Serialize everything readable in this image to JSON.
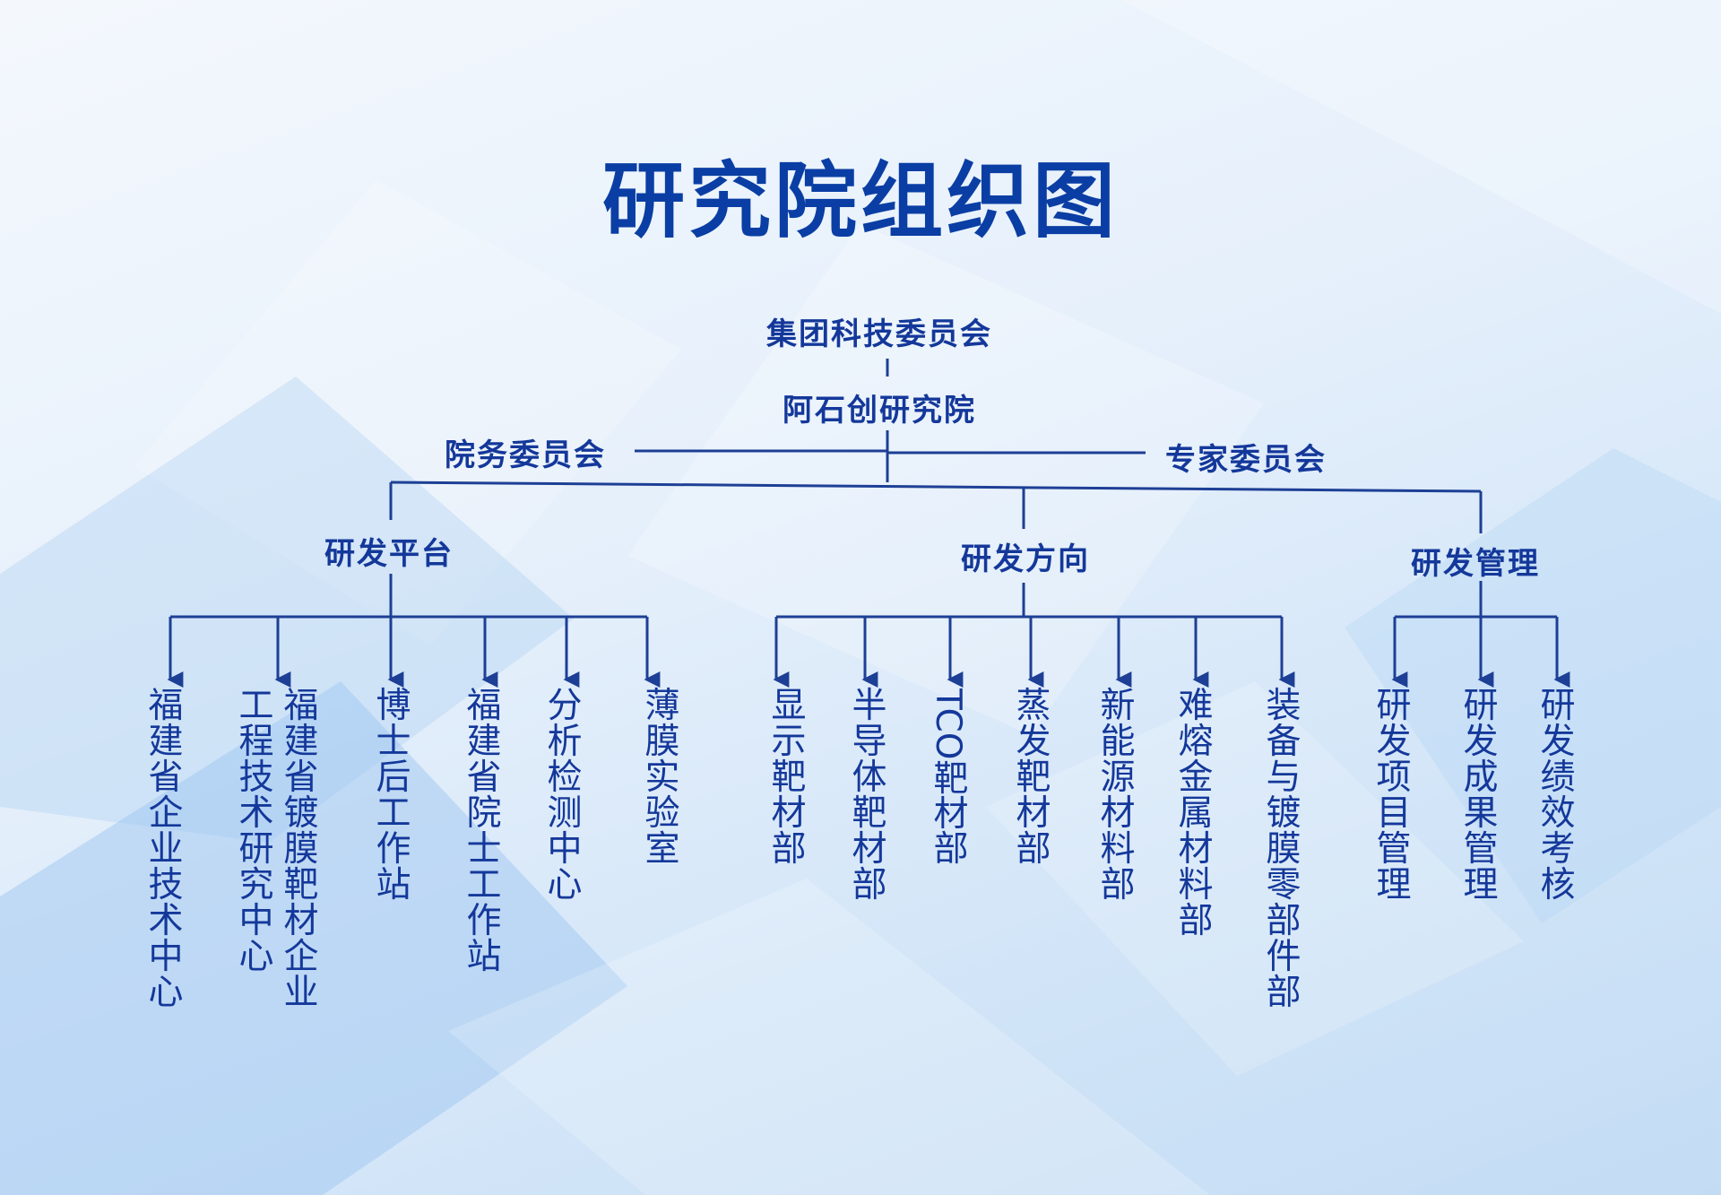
{
  "title": "研究院组织图",
  "top": {
    "committee": "集团科技委员会",
    "institute": "阿石创研究院",
    "left_committee": "院务委员会",
    "right_committee": "专家委员会"
  },
  "branches": [
    {
      "name": "研发平台",
      "children": [
        {
          "col1": "福建省企业技术中心"
        },
        {
          "col1": "工程技术研究中心",
          "col2": "福建省镀膜靶材企业"
        },
        {
          "col1": "博士后工作站"
        },
        {
          "col1": "福建省院士工作站"
        },
        {
          "col1": "分析检测中心"
        },
        {
          "col1": "薄膜实验室"
        }
      ]
    },
    {
      "name": "研发方向",
      "children": [
        {
          "col1": "显示靶材部"
        },
        {
          "col1": "半导体靶材部"
        },
        {
          "col1": "TCO靶材部"
        },
        {
          "col1": "蒸发靶材部"
        },
        {
          "col1": "新能源材料部"
        },
        {
          "col1": "难熔金属材料部"
        },
        {
          "col1": "装备与镀膜零部件部"
        }
      ]
    },
    {
      "name": "研发管理",
      "children": [
        {
          "col1": "研发项目管理"
        },
        {
          "col1": "研发成果管理"
        },
        {
          "col1": "研发绩效考核"
        }
      ]
    }
  ],
  "colors": {
    "primary": "#0a3ea4",
    "text": "#14389a",
    "line": "#1d3f95"
  }
}
